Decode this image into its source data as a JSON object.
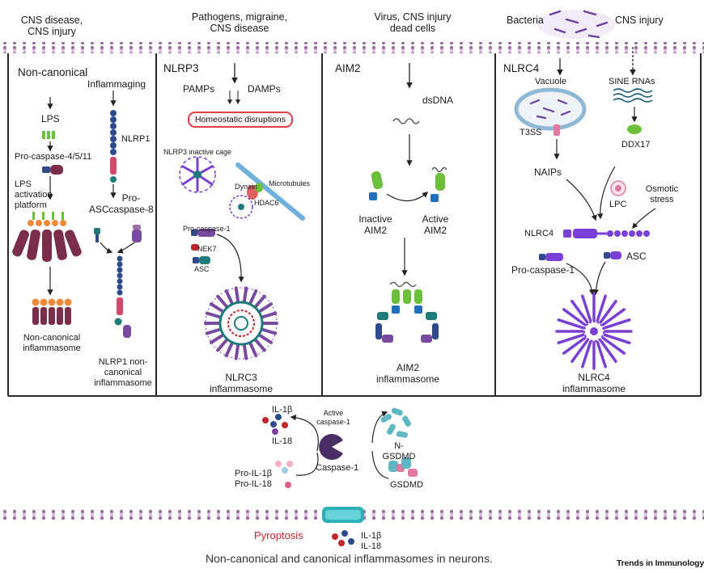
{
  "colors": {
    "membrane": "#9b6fa0",
    "membrane_light": "#d8c5dc",
    "panel_border": "#2a2a2a",
    "accent_red": "#c0272d",
    "nlrp_blue": "#2e4a8c",
    "nlrc4_purple": "#7a3fd6",
    "aim2_green": "#6cbf3a",
    "asc_teal": "#1f7a7a",
    "caspase_maroon": "#7a2e4a",
    "gsdmd_cyan": "#5fb7c4"
  },
  "top_labels": {
    "col1": [
      "CNS disease,",
      "CNS injury"
    ],
    "col2": [
      "Pathogens, migraine,",
      "CNS disease"
    ],
    "col3": [
      "Virus, CNS injury",
      "dead cells"
    ],
    "bacteria": "Bacteria",
    "cns_injury": "CNS injury"
  },
  "panel_noncanonical": {
    "title": "Non-canonical",
    "lps": "LPS",
    "pro_caspase": "Pro-caspase-4/5/11",
    "platform": [
      "LPS",
      "activation",
      "platform"
    ],
    "result": [
      "Non-canonical",
      "inflammasome"
    ],
    "inflammaging": "Inflammaging",
    "nlrp1": "NLRP1",
    "asc": "ASC",
    "pro_caspase8": [
      "Pro-",
      "caspase-8"
    ],
    "nlrp1_result": [
      "NLRP1 non-",
      "canonical",
      "inflammasome"
    ]
  },
  "panel_nlrp3": {
    "title": "NLRP3",
    "pamps": "PAMPs",
    "damps": "DAMPs",
    "homeostatic": "Homeostatic disruptions",
    "inactive_cage": "NLRP3 inactive cage",
    "microtubules": "Microtubules",
    "dynein": "Dynein",
    "hdac6": "HDAC6",
    "pro_caspase1": "Pro-caspase-1",
    "nek7": "NEK7",
    "asc": "ASC",
    "result": [
      "NLRC3",
      "inflammasome"
    ]
  },
  "panel_aim2": {
    "title": "AIM2",
    "dsdna": "dsDNA",
    "inactive": [
      "Inactive",
      "AIM2"
    ],
    "active": [
      "Active",
      "AIM2"
    ],
    "result": [
      "AIM2",
      "inflammasome"
    ]
  },
  "panel_nlrc4": {
    "title": "NLRC4",
    "vacuole": "Vacuole",
    "sine": "SINE RNAs",
    "t3ss": "T3SS",
    "ddx17": "DDX17",
    "naips": "NAIPs",
    "lpc": "LPC",
    "osmotic": [
      "Osmotic",
      "stress"
    ],
    "nlrc4": "NLRC4",
    "pro_caspase1": "Pro-caspase-1",
    "asc": "ASC",
    "result": [
      "NLRC4",
      "inflammasome"
    ]
  },
  "bottom": {
    "il1b": "IL-1β",
    "il18": "IL-18",
    "active_caspase1": [
      "Active",
      "caspase-1"
    ],
    "n_gsdmd": [
      "N-",
      "GSDMD"
    ],
    "caspase1": "Caspase-1",
    "pro_il1b": "Pro-IL-1β",
    "pro_il18": "Pro-IL-18",
    "gsdmd": "GSDMD",
    "pyroptosis": "Pyroptosis",
    "out_il1b": "IL-1β",
    "out_il18": "IL-18"
  },
  "caption": "Non-canonical and canonical inflammasomes in neurons.",
  "journal": "Trends in Immunology"
}
